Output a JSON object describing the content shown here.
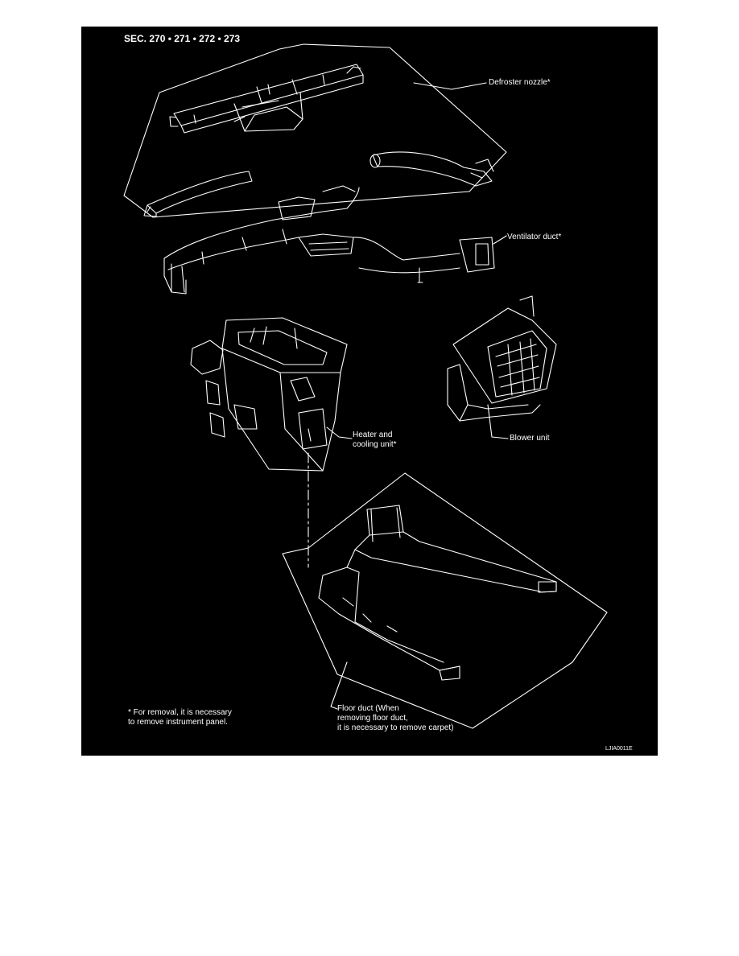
{
  "section_title": "SEC. 270 • 271 • 272 • 273",
  "colors": {
    "background": "#000000",
    "line": "#ffffff",
    "page": "#ffffff"
  },
  "callouts": {
    "defroster_nozzle": "Defroster nozzle*",
    "ventilator_duct": "Ventilator duct*",
    "heater_cooling_unit": "Heater and\ncooling unit*",
    "blower_unit": "Blower unit",
    "floor_duct": "Floor duct (When\nremoving floor duct,\nit is necessary to remove carpet)"
  },
  "footnote": "* For removal, it is necessary\n   to remove instrument panel.",
  "figure_code": "LJIA0011E"
}
